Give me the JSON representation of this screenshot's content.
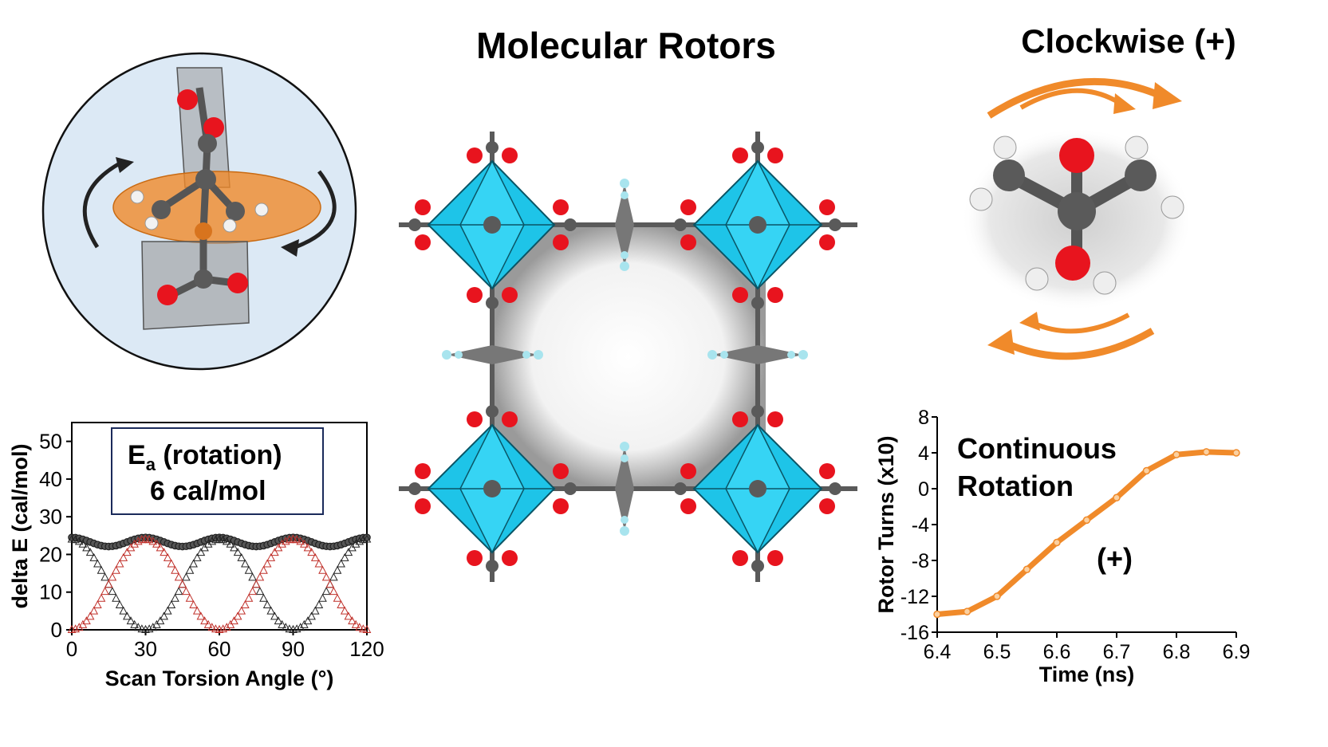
{
  "title": "Molecular Rotors",
  "direction_label": "Clockwise (+)",
  "energy_box": {
    "line1_main": "E",
    "line1_sub": "a",
    "line1_rest": " (rotation)",
    "line2": "6 cal/mol"
  },
  "rotation_box": {
    "line1": "Continuous",
    "line2": "Rotation",
    "sign": "(+)"
  },
  "colors": {
    "orange": "#f08a2a",
    "cyan": "#1ec4e8",
    "oxygen": "#e8141e",
    "carbon": "#5a5a5a",
    "hydrogen": "#e8e8e8",
    "sphere_bg": "#dce9f5"
  },
  "chart_data": [
    {
      "type": "scatter",
      "xlabel": "Scan Torsion Angle (°)",
      "ylabel": "delta E (cal/mol)",
      "xlim": [
        0,
        120
      ],
      "ylim": [
        0,
        55
      ],
      "xticks": [
        "0",
        "30",
        "60",
        "90",
        "120"
      ],
      "yticks": [
        "0",
        "10",
        "20",
        "30",
        "40",
        "50"
      ],
      "series": [
        {
          "marker": "circle",
          "color": "#222222",
          "formula": "total",
          "x": [
            0,
            15,
            30,
            45,
            60,
            75,
            90,
            105,
            120
          ],
          "y": [
            24.5,
            22,
            24.5,
            22,
            24.5,
            22,
            24.5,
            22,
            24.5
          ]
        },
        {
          "marker": "triangle",
          "color": "#222222",
          "formula": "cos",
          "x": [
            0,
            15,
            30,
            45,
            60,
            75,
            90,
            105,
            120
          ],
          "y": [
            24,
            12,
            0,
            12,
            24,
            12,
            0,
            12,
            24
          ]
        },
        {
          "marker": "triangle",
          "color": "#c0302a",
          "formula": "sin",
          "x": [
            0,
            15,
            30,
            45,
            60,
            75,
            90,
            105,
            120
          ],
          "y": [
            0,
            12,
            24,
            12,
            0,
            12,
            24,
            12,
            0
          ]
        }
      ]
    },
    {
      "type": "line",
      "xlabel": "Time (ns)",
      "ylabel": "Rotor Turns (x10)",
      "xlim": [
        6.4,
        6.9
      ],
      "ylim": [
        -16,
        8
      ],
      "xticks": [
        "6.4",
        "6.5",
        "6.6",
        "6.7",
        "6.8",
        "6.9"
      ],
      "yticks": [
        "8",
        "4",
        "0",
        "-4",
        "-8",
        "-12",
        "-16"
      ],
      "series": [
        {
          "color": "#f08a2a",
          "x": [
            6.4,
            6.45,
            6.5,
            6.55,
            6.6,
            6.65,
            6.7,
            6.75,
            6.8,
            6.85,
            6.9
          ],
          "y": [
            -14,
            -13.7,
            -12,
            -9,
            -6,
            -3.5,
            -1,
            2,
            3.8,
            4.1,
            4
          ]
        }
      ]
    }
  ]
}
